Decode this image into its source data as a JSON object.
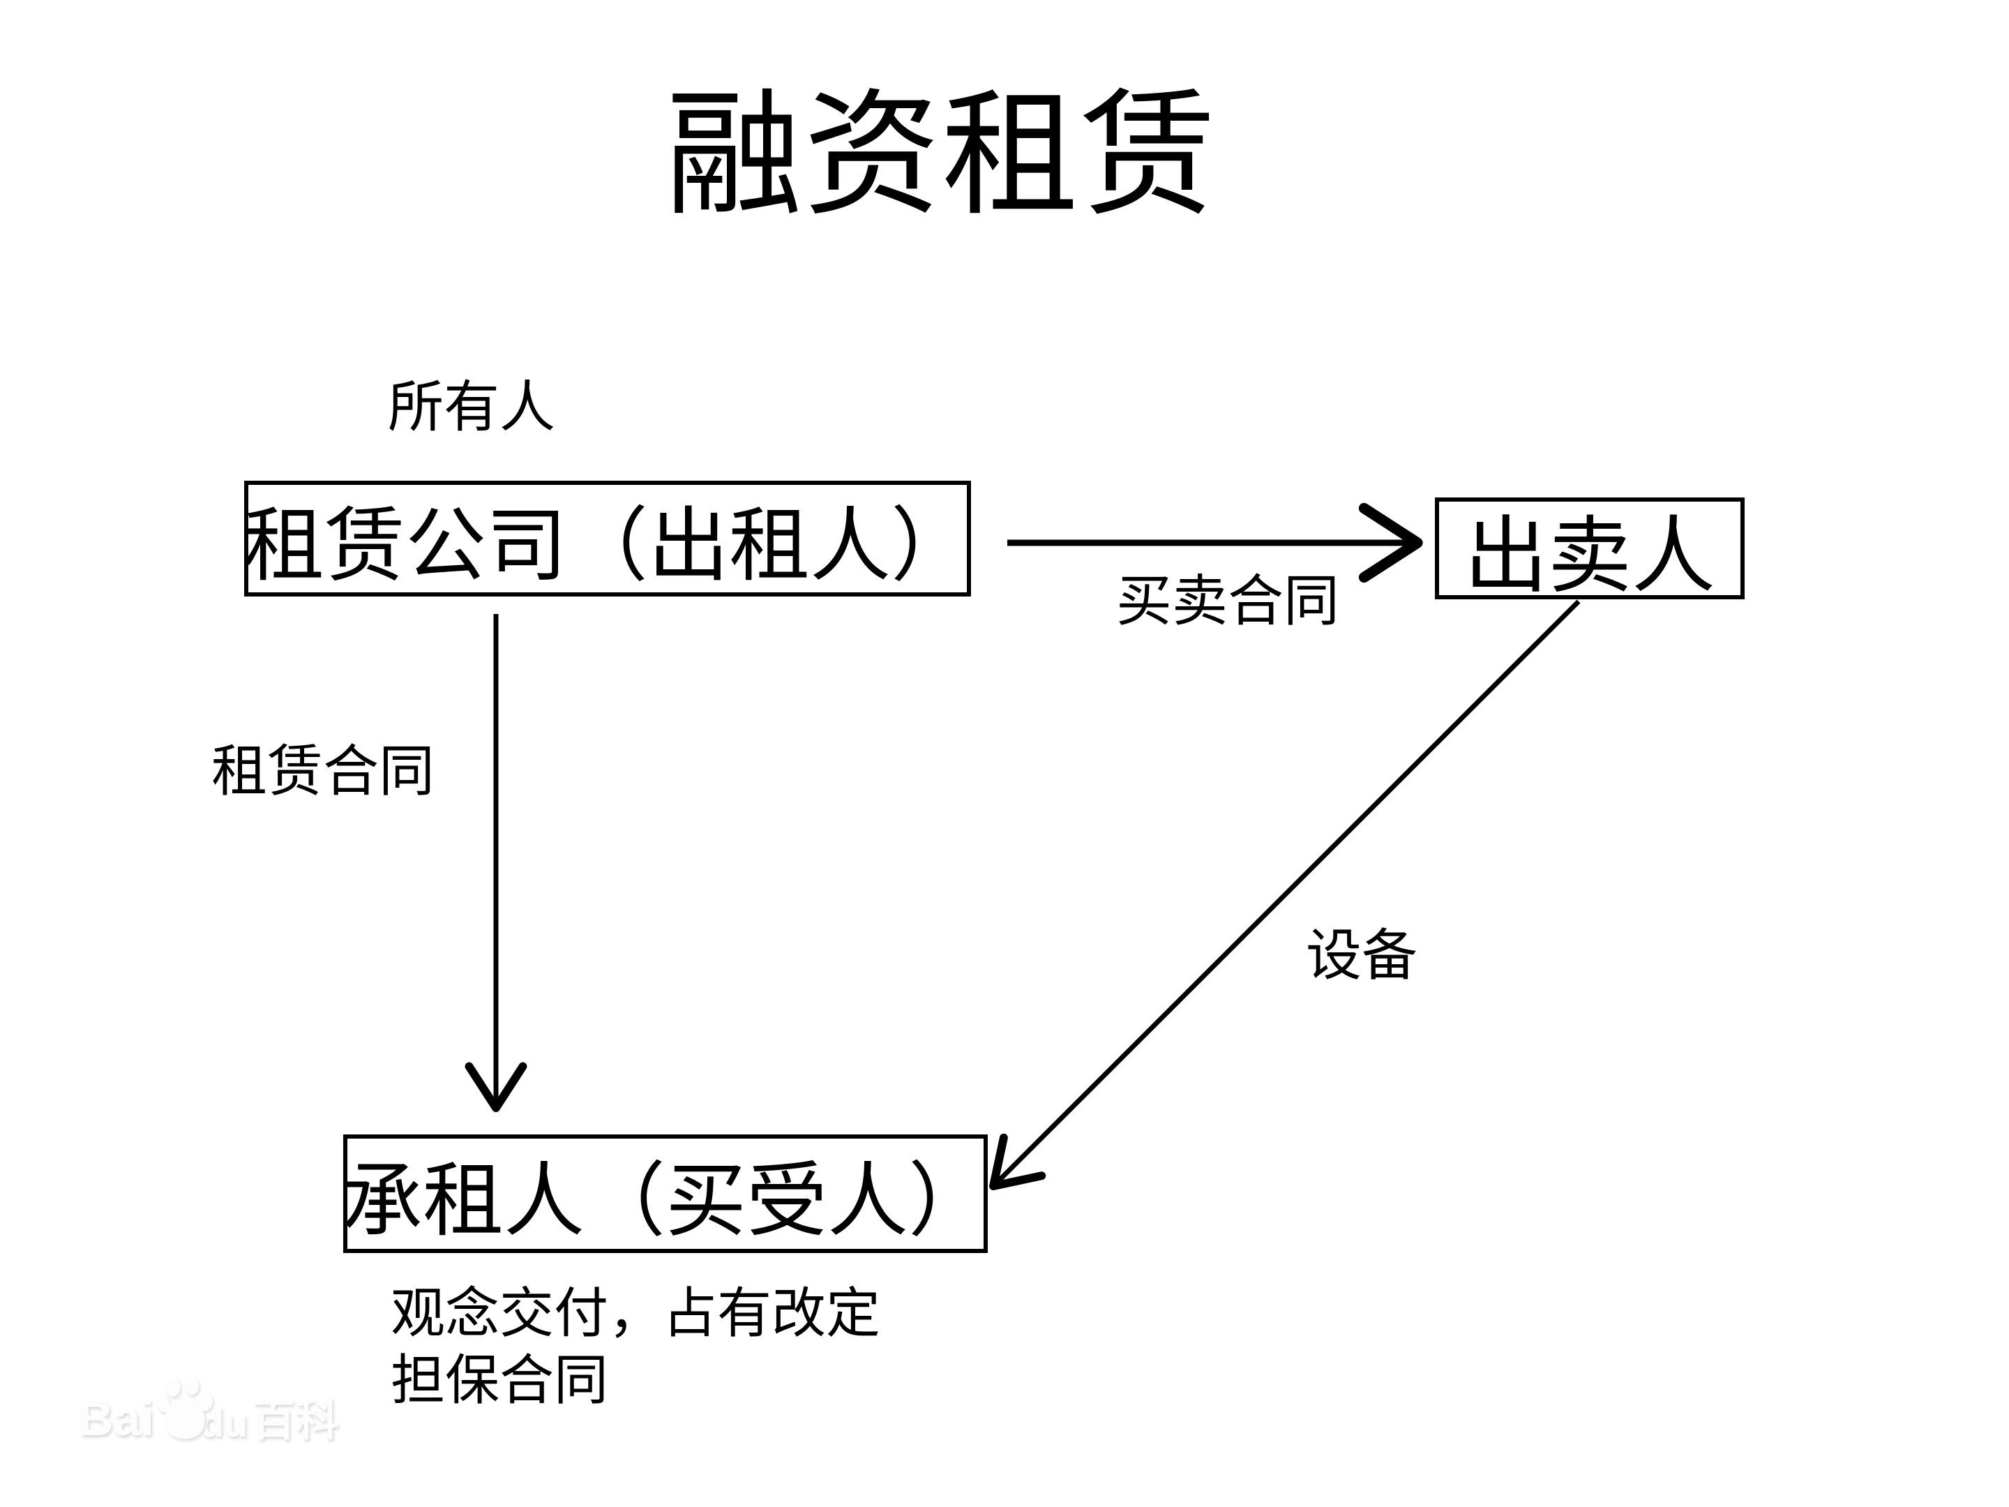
{
  "page": {
    "background": "#ffffff",
    "ink": "#000000",
    "watermark_color": "#fdfdfd"
  },
  "title": {
    "text": "融资租赁"
  },
  "diagram": {
    "owner_tag": "所有人",
    "nodes": {
      "lessor": {
        "label": "租赁公司（出租人）"
      },
      "seller": {
        "label": "出卖人"
      },
      "lessee": {
        "label": "承租人（买受人）"
      }
    },
    "edges": {
      "sale_contract": {
        "label": "买卖合同"
      },
      "lease_contract": {
        "label": "租赁合同"
      },
      "equipment": {
        "label": "设备"
      }
    },
    "footnote": {
      "line1": "观念交付，占有改定",
      "line2": "担保合同"
    }
  },
  "watermark": {
    "bai": "Bai",
    "du": "du",
    "suffix": "百科"
  }
}
